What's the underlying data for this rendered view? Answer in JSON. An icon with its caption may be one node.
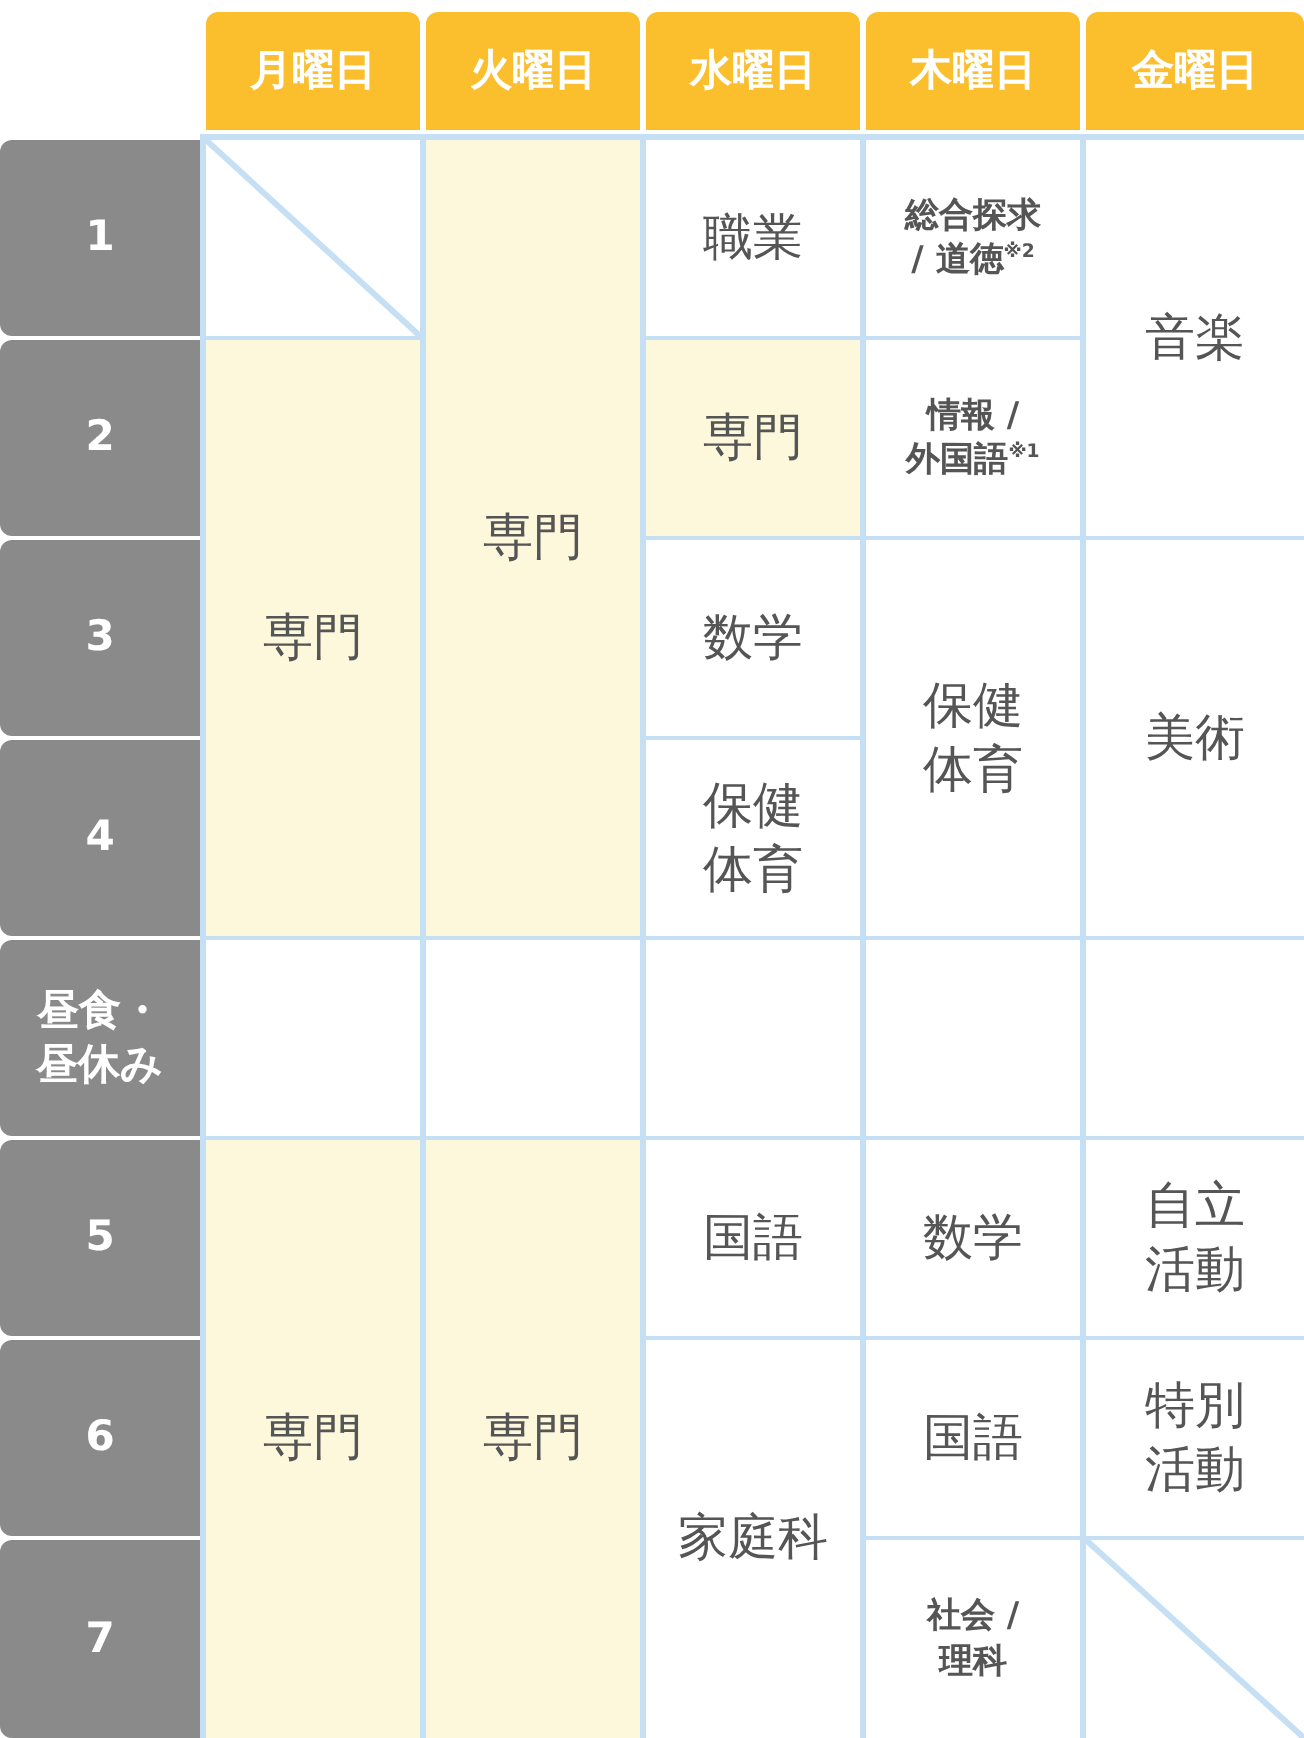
{
  "diagram": {
    "labels": [
      "月曜日",
      "火曜日",
      "水曜日",
      "木曜日",
      "金曜日",
      "1",
      "職業",
      "総合探求 / 道徳$^{※2}$",
      "音楽",
      "2",
      "専門",
      "専門",
      "情報 / 外国語$^{※1}$",
      "3",
      "専門",
      "数学",
      "保健体育",
      "美術",
      "4",
      "保健体育",
      "昼食・昼休み",
      "5",
      "国語",
      "数学",
      "自立活動",
      "6",
      "専門",
      "専門",
      "国語",
      "特別活動",
      "家庭科",
      "7",
      "社会 / 理科"
    ]
  }
}
